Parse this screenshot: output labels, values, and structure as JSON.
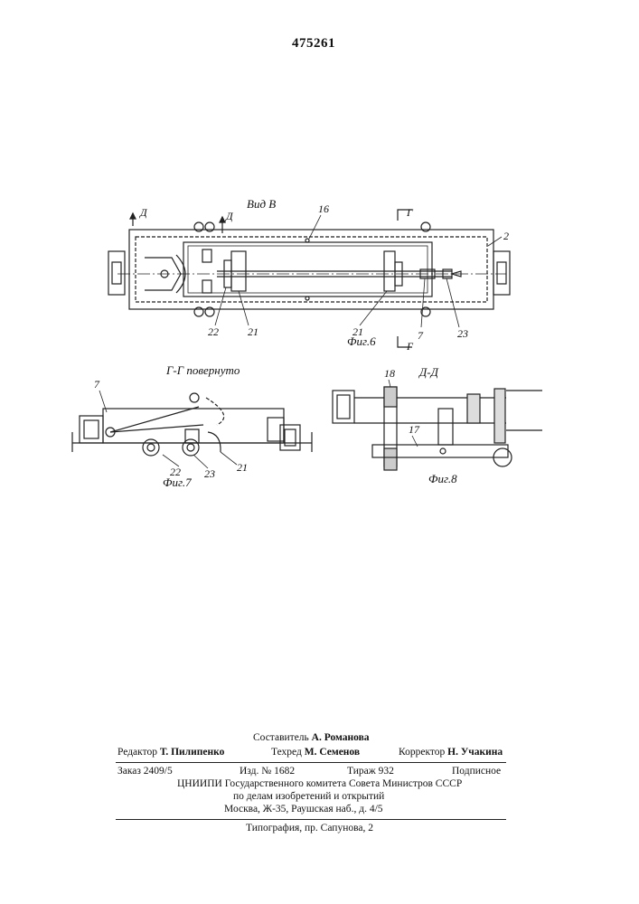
{
  "patent_number": "475261",
  "figures": {
    "view_b": {
      "title": "Вид В",
      "caption": "Фиг.6",
      "section_marks": [
        "Д",
        "Д",
        "Г",
        "Г"
      ],
      "callouts": [
        "16",
        "2",
        "22",
        "21",
        "21",
        "7",
        "23"
      ]
    },
    "fig7": {
      "title": "Г-Г повернуто",
      "caption": "Фиг.7",
      "callouts": [
        "7",
        "22",
        "23",
        "21"
      ]
    },
    "fig8": {
      "title": "Д-Д",
      "caption": "Фиг.8",
      "callouts": [
        "18",
        "17"
      ]
    }
  },
  "imprint": {
    "compiler_label": "Составитель",
    "compiler": "А. Романова",
    "editor_label": "Редактор",
    "editor": "Т. Пилипенко",
    "techred_label": "Техред",
    "techred": "М. Семенов",
    "corrector_label": "Корректор",
    "corrector": "Н. Учакина",
    "order": "Заказ 2409/5",
    "edition": "Изд. № 1682",
    "circulation": "Тираж 932",
    "subscription": "Подписное",
    "org_line1": "ЦНИИПИ Государственного комитета Совета Министров СССР",
    "org_line2": "по делам изобретений и открытий",
    "org_line3": "Москва, Ж-35, Раушская наб., д. 4/5",
    "printer": "Типография, пр. Сапунова, 2"
  }
}
